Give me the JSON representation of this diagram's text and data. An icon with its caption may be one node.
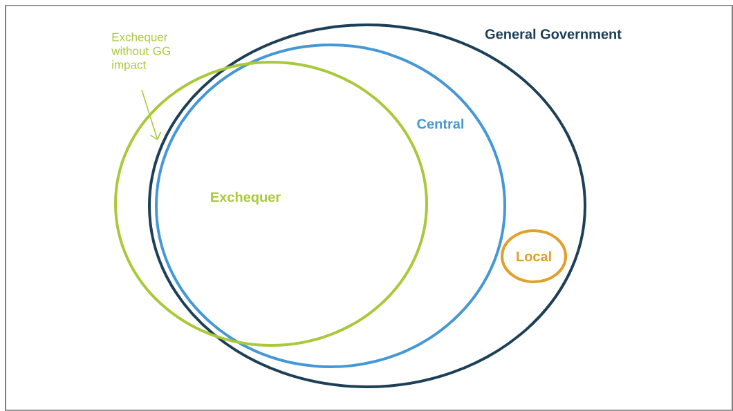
{
  "diagram": {
    "nodes": [
      {
        "text": [
          "General Government"
        ]
      },
      {
        "text": [
          "Central"
        ],
        "in": 0
      },
      {
        "text": [
          "Exchequer"
        ]
      },
      {
        "text": [
          "Local"
        ],
        "in": 0
      },
      {
        "text": [
          "Exchequer without GG impact"
        ]
      }
    ],
    "edges": [
      {
        "from": 4,
        "to": 2,
        "arrow": "to",
        "color": "#a9c93a"
      }
    ]
  }
}
